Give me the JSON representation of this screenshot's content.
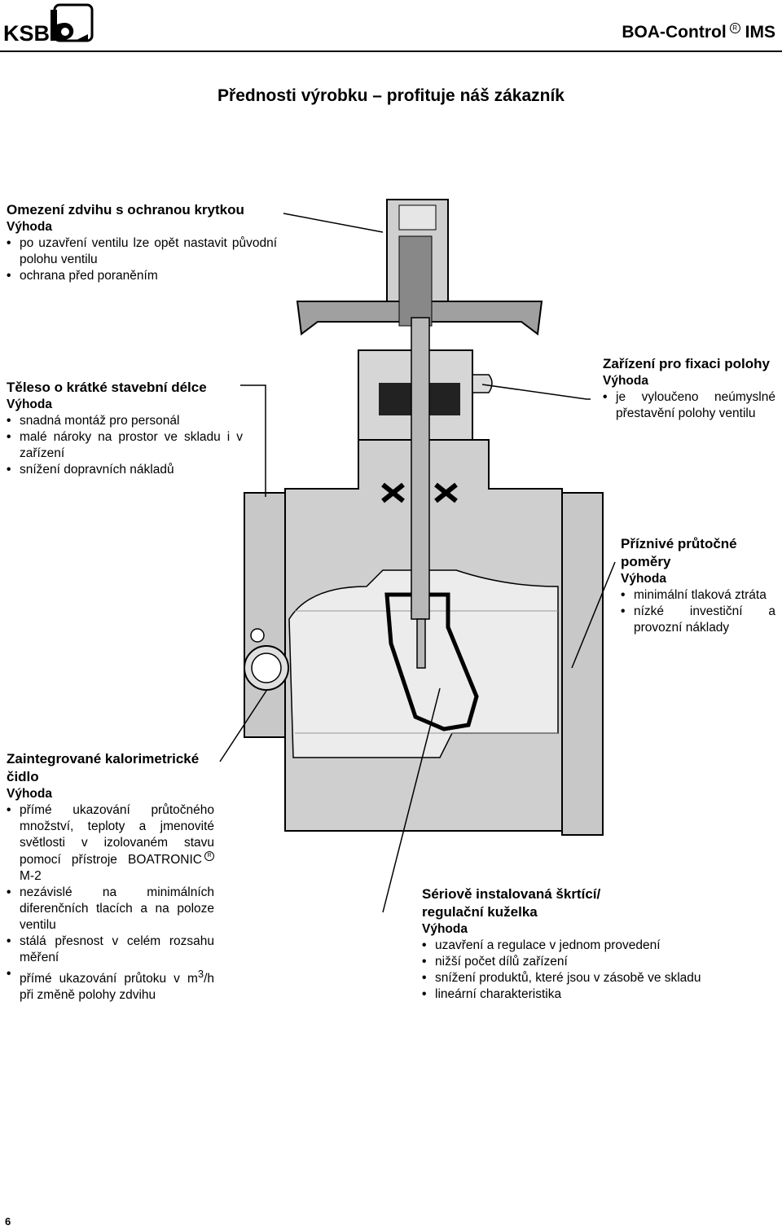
{
  "header": {
    "logo_text": "KSB",
    "product_name": "BOA-Control",
    "registered_mark": "R",
    "product_suffix": "IMS"
  },
  "page_title": "Přednosti výrobku – profituje náš zákazník",
  "advantage_label": "Výhoda",
  "blocks": {
    "stroke_limit": {
      "title": "Omezení zdvihu s ochranou krytkou",
      "items": [
        "po uzavření ventilu lze opět nastavit původní polohu ventilu",
        "ochrana před poraněním"
      ]
    },
    "short_body": {
      "title": "Těleso o krátké stavební délce",
      "items": [
        "snadná montáž pro personál",
        "malé nároky na prostor ve skladu i v zařízení",
        "snížení dopravních nákladů"
      ]
    },
    "position_lock": {
      "title": "Zařízení pro fixaci polohy",
      "items": [
        "je vyloučeno neúmyslné přestavění polohy ventilu"
      ]
    },
    "flow_conditions": {
      "title": "Příznivé průtočné poměry",
      "items": [
        "minimální tlaková ztráta",
        "nízké investiční a provozní náklady"
      ]
    },
    "sensor": {
      "title": "Zaintegrované kalorimetrické čidlo",
      "items": [
        "přímé ukazování průtočného množství, teploty a jmenovité světlosti v izolovaném stavu pomocí přístroje BOATRONIC",
        "nezávislé na minimálních diferenčních tlacích a na poloze ventilu",
        "stálá přesnost v celém rozsahu měření",
        "přímé ukazování průtoku v m"
      ],
      "item1_suffix": "M-2",
      "item4_sup": "3",
      "item4_rest": "/h při změně polohy zdvihu"
    },
    "throttle_disc": {
      "title": "Sériově instalovaná škrtící/ regulační kuželka",
      "items": [
        "uzavření a regulace v jednom provedení",
        "nižší počet dílů zařízení",
        "snížení produktů, které jsou v zásobě ve skladu",
        "lineární charakteristika"
      ]
    }
  },
  "page_number": "6"
}
